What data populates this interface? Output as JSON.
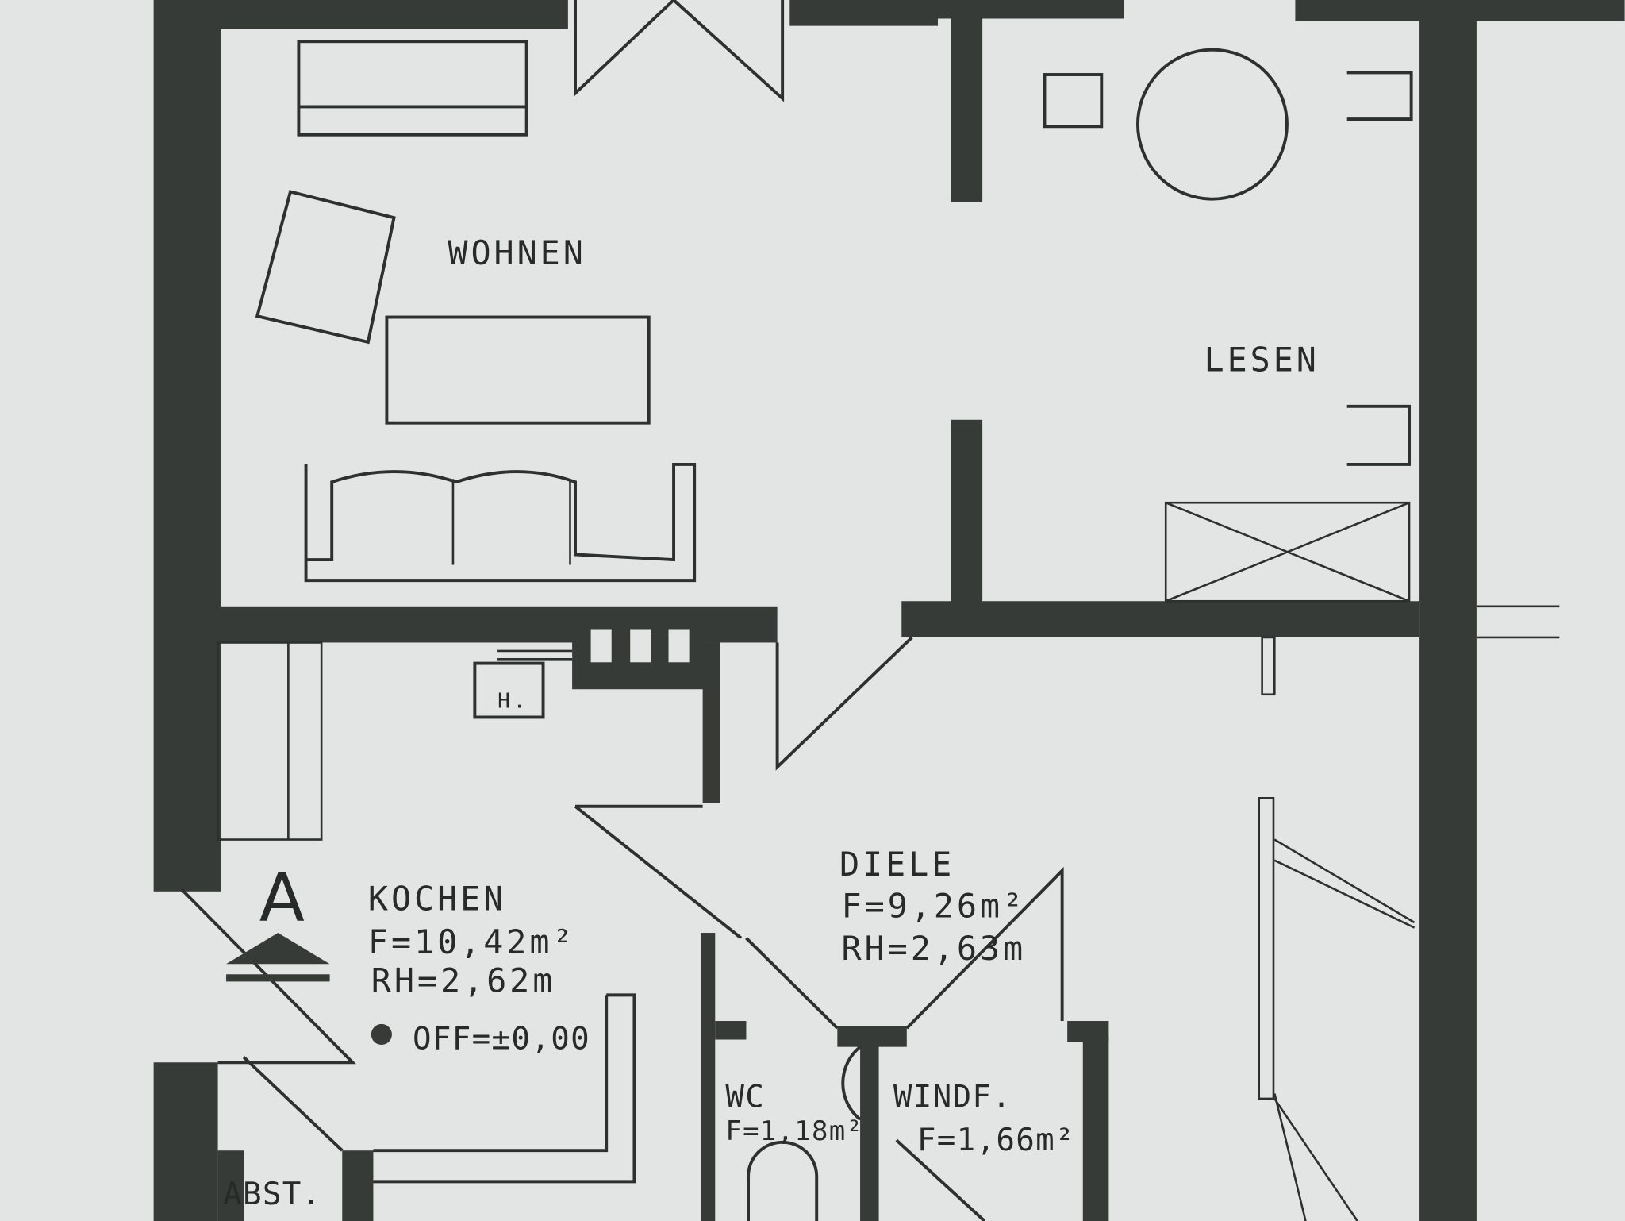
{
  "rooms": {
    "wohnen": {
      "name": "WOHNEN"
    },
    "lesen": {
      "name": "LESEN"
    },
    "kochen": {
      "name": "KOCHEN",
      "area": "F=10,42m²",
      "height": "RH=2,62m",
      "level": "OFF=±0,00"
    },
    "diele": {
      "name": "DIELE",
      "area": "F=9,26m²",
      "height": "RH=2,63m"
    },
    "wc": {
      "name": "WC",
      "area": "F=1,18m²"
    },
    "windfang": {
      "name": "WINDF.",
      "area": "F=1,66m²"
    },
    "abstell": {
      "name": "ABST."
    }
  },
  "markers": {
    "section": "A",
    "heater": "H."
  }
}
